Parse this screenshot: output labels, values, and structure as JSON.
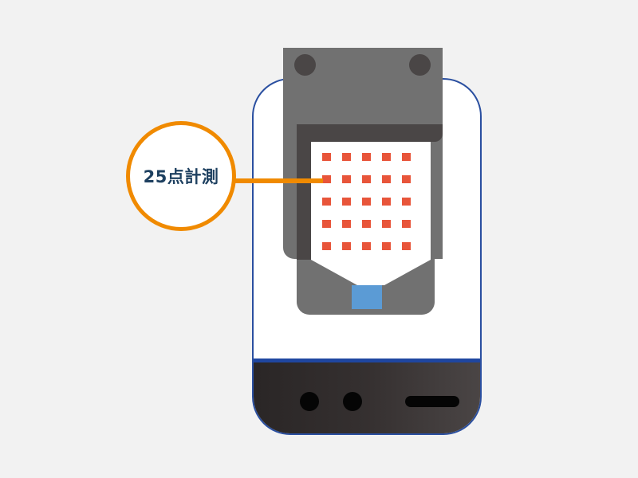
{
  "callout": {
    "label": "25点計測"
  },
  "device": {
    "sensor_grid": {
      "rows": 5,
      "cols": 5,
      "points": 25
    },
    "bottom_controls": [
      "round-button",
      "round-button",
      "slot"
    ]
  },
  "colors": {
    "background": "#f2f2f2",
    "phone_outline": "#2a4fa0",
    "phone_bottom": "#2a2626",
    "clip_body": "#717171",
    "clip_dark": "#4a4646",
    "measure_point": "#e8553a",
    "sensor_window": "#5b9bd5",
    "callout_accent": "#f08a00",
    "callout_text": "#1e4060"
  }
}
